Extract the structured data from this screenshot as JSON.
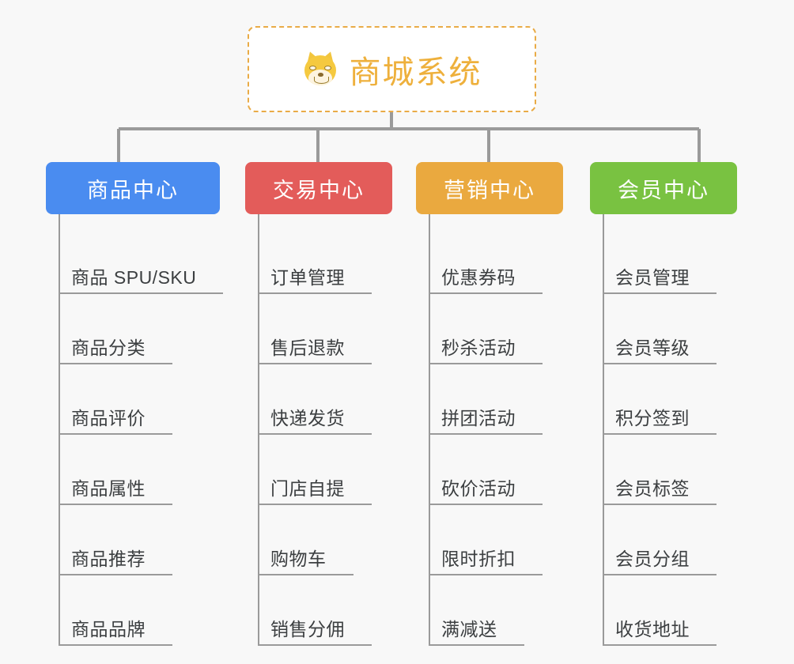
{
  "page": {
    "background_color": "#f8f8f8",
    "line_color": "#9a9a9a"
  },
  "root": {
    "title": "商城系统",
    "icon": "dog-face-icon",
    "text_color": "#eeb03c",
    "border_color": "#e9ab46",
    "background_color": "#ffffff"
  },
  "branches": [
    {
      "label": "商品中心",
      "color": "#4a8cf0",
      "items": [
        "商品 SPU/SKU",
        "商品分类",
        "商品评价",
        "商品属性",
        "商品推荐",
        "商品品牌"
      ]
    },
    {
      "label": "交易中心",
      "color": "#e35c5a",
      "items": [
        "订单管理",
        "售后退款",
        "快递发货",
        "门店自提",
        "购物车",
        "销售分佣"
      ]
    },
    {
      "label": "营销中心",
      "color": "#eaa93f",
      "items": [
        "优惠券码",
        "秒杀活动",
        "拼团活动",
        "砍价活动",
        "限时折扣",
        "满减送"
      ]
    },
    {
      "label": "会员中心",
      "color": "#79c241",
      "items": [
        "会员管理",
        "会员等级",
        "积分签到",
        "会员标签",
        "会员分组",
        "收货地址"
      ]
    }
  ]
}
